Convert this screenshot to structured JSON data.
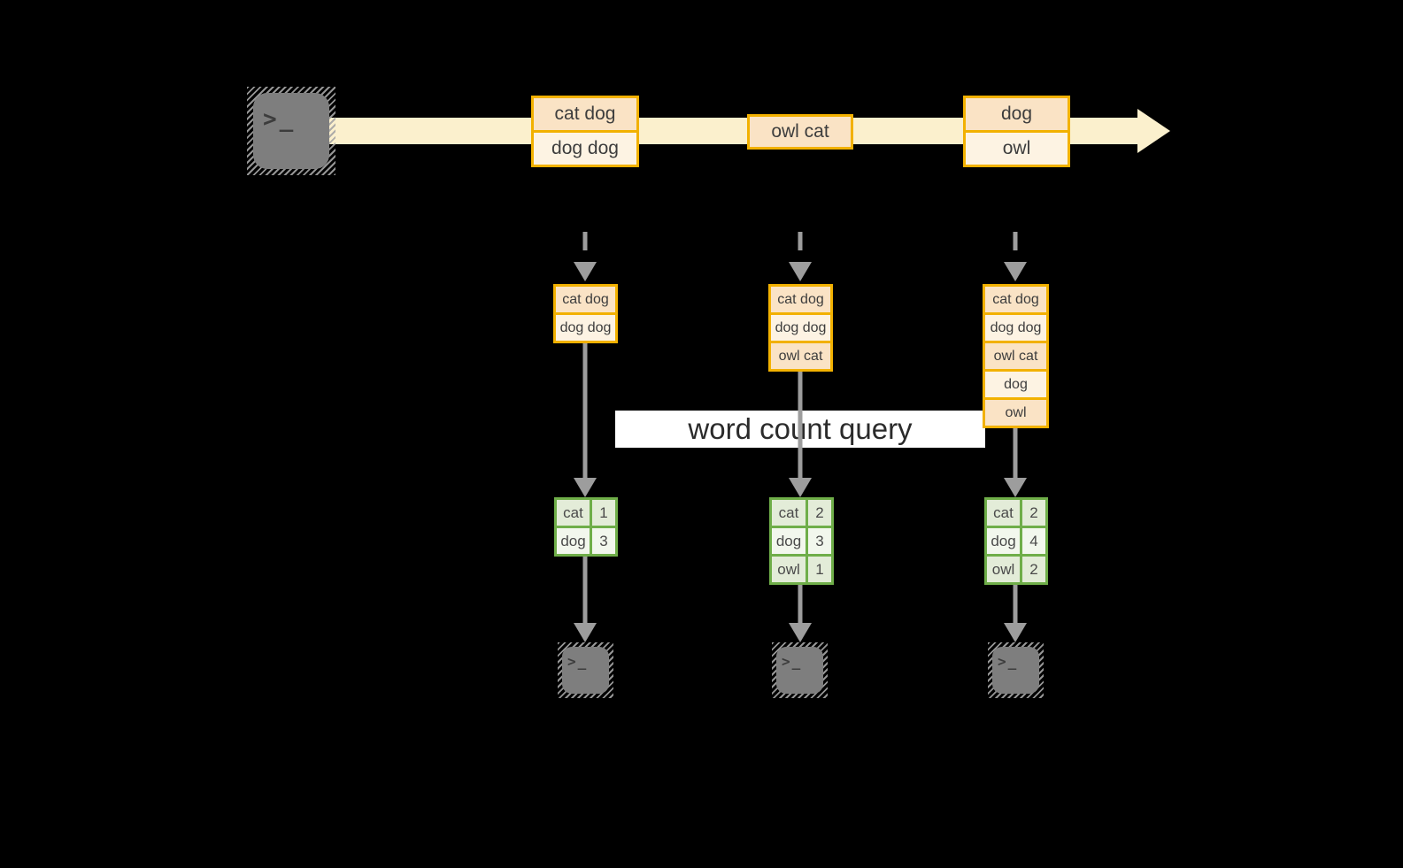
{
  "query_label": "word count query",
  "terminal_glyph": ">_",
  "stream": {
    "boxes": [
      {
        "cells": [
          "cat dog",
          "dog dog"
        ]
      },
      {
        "cells": [
          "owl cat"
        ]
      },
      {
        "cells": [
          "dog",
          "owl"
        ]
      }
    ]
  },
  "columns": [
    {
      "inputs": [
        "cat dog",
        "dog dog"
      ],
      "results": [
        {
          "word": "cat",
          "count": "1"
        },
        {
          "word": "dog",
          "count": "3"
        }
      ]
    },
    {
      "inputs": [
        "cat dog",
        "dog dog",
        "owl cat"
      ],
      "results": [
        {
          "word": "cat",
          "count": "2"
        },
        {
          "word": "dog",
          "count": "3"
        },
        {
          "word": "owl",
          "count": "1"
        }
      ]
    },
    {
      "inputs": [
        "cat dog",
        "dog dog",
        "owl cat",
        "dog",
        "owl"
      ],
      "results": [
        {
          "word": "cat",
          "count": "2"
        },
        {
          "word": "dog",
          "count": "4"
        },
        {
          "word": "owl",
          "count": "2"
        }
      ]
    }
  ],
  "colors": {
    "background": "#000000",
    "band": "#fbf0cd",
    "gold_border": "#f2b100",
    "peach_cell": "#fae3c5",
    "cream_cell": "#fdf3e3",
    "green_border": "#6fae49",
    "sage_dark": "#e3ecd8",
    "sage_light": "#f2f7ed",
    "arrow_gray": "#9d9d9d",
    "terminal_gray": "#7e7e7e",
    "label_background": "#ffffff",
    "text_dark": "#3d3d3d"
  }
}
